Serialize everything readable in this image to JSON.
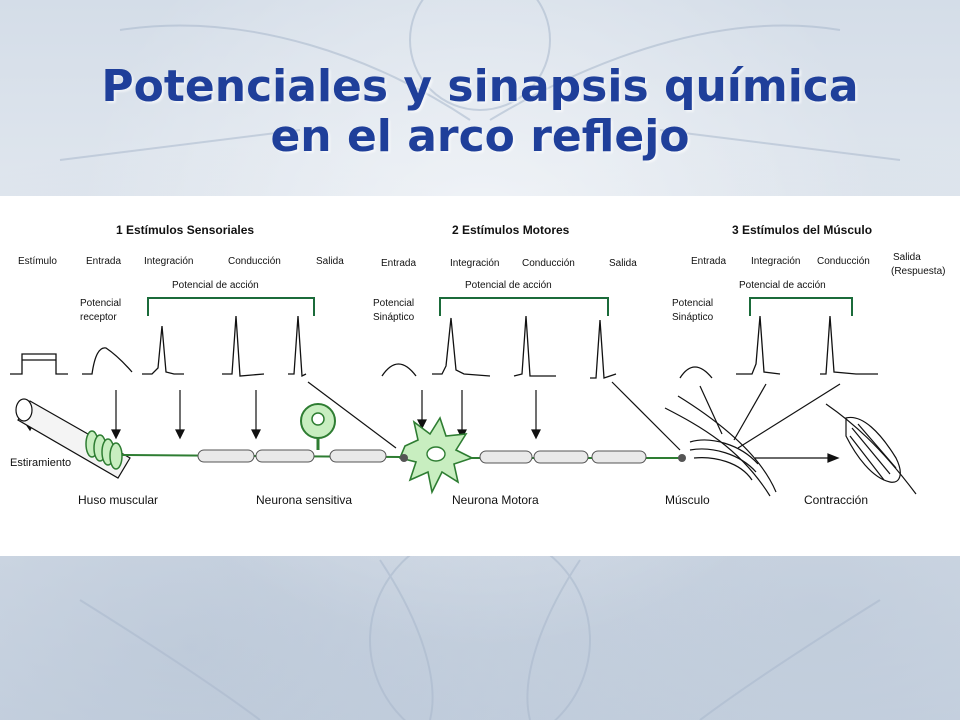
{
  "title": {
    "line1": "Potenciales y sinapsis química",
    "line2": "en el arco reflejo"
  },
  "sections": {
    "sensory": "1 Estímulos Sensoriales",
    "motor": "2 Estímulos Motores",
    "muscle": "3 Estímulos del Músculo"
  },
  "stages": {
    "estimulo": "Estímulo",
    "entrada1": "Entrada",
    "integracion1": "Integración",
    "conduccion1": "Conducción",
    "salida1": "Salida",
    "entrada2": "Entrada",
    "integracion2": "Integración",
    "conduccion2": "Conducción",
    "salida2": "Salida",
    "entrada3": "Entrada",
    "integracion3": "Integración",
    "conduccion3": "Conducción",
    "salida3": "Salida",
    "respuesta3": "(Respuesta)"
  },
  "potentials": {
    "receptor_l1": "Potencial",
    "receptor_l2": "receptor",
    "sinaptico1_l1": "Potencial",
    "sinaptico1_l2": "Sináptico",
    "sinaptico2_l1": "Potencial",
    "sinaptico2_l2": "Sináptico",
    "accion1": "Potencial de acción",
    "accion2": "Potencial de acción",
    "accion3": "Potencial de acción"
  },
  "structures": {
    "estiramiento": "Estiramiento",
    "huso": "Huso muscular",
    "sensitiva": "Neurona sensitiva",
    "motora": "Neurona Motora",
    "musculo": "Músculo",
    "contraccion": "Contracción"
  },
  "colors": {
    "title": "#1f3f9a",
    "neuron_fill": "#c8eec0",
    "neuron_stroke": "#2e7d32",
    "bracket": "#1b6b3a"
  }
}
